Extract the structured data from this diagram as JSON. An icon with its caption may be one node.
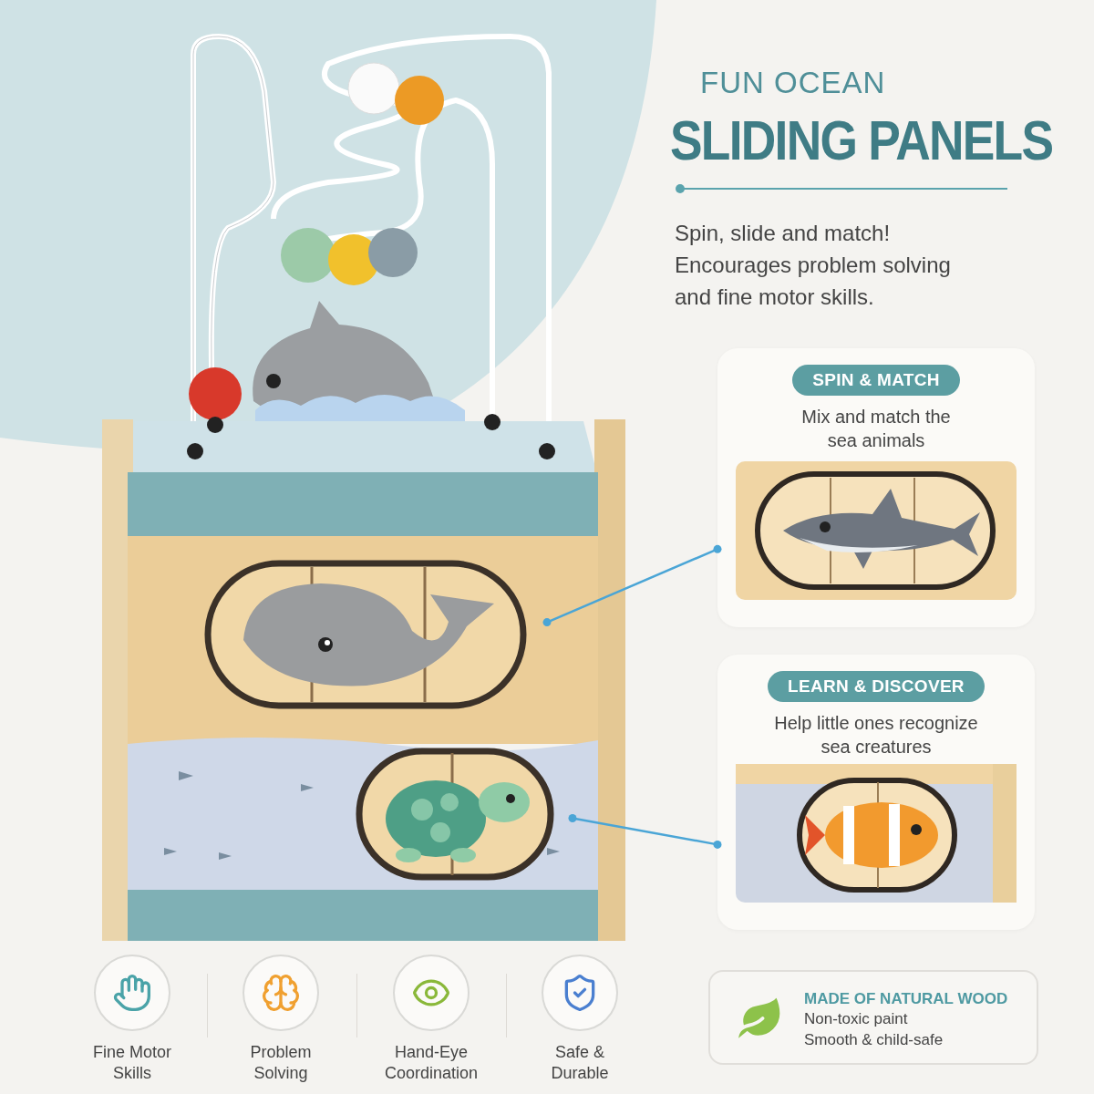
{
  "diagram": {
    "title": "SLIDING PANELS",
    "nodes": [
      {
        "text": [],
        "shape": "picture"
      },
      {
        "text": [],
        "shape": "picture"
      },
      {
        "text": [
          "SPIN & MATCH",
          "Mix and match the sea animals"
        ]
      },
      {
        "text": [
          "LEARN & DISCOVER",
          "Help little ones recognize sea creatures"
        ]
      },
      {
        "text": [
          "MADE OF NATURAL WOOD",
          "Non-toxic paint",
          "Smooth & child-safe"
        ]
      }
    ],
    "edges": [
      {
        "from": 0,
        "to": 2,
        "arrow": "other"
      },
      {
        "from": 1,
        "to": 3,
        "arrow": "other"
      }
    ],
    "labels": [
      "FUN OCEAN",
      "Spin, slide and match! Encourages problem solving and fine motor skills.",
      "Fine Motor Skills",
      "Problem Solving",
      "Hand-Eye Coordination",
      "Safe & Durable"
    ]
  }
}
